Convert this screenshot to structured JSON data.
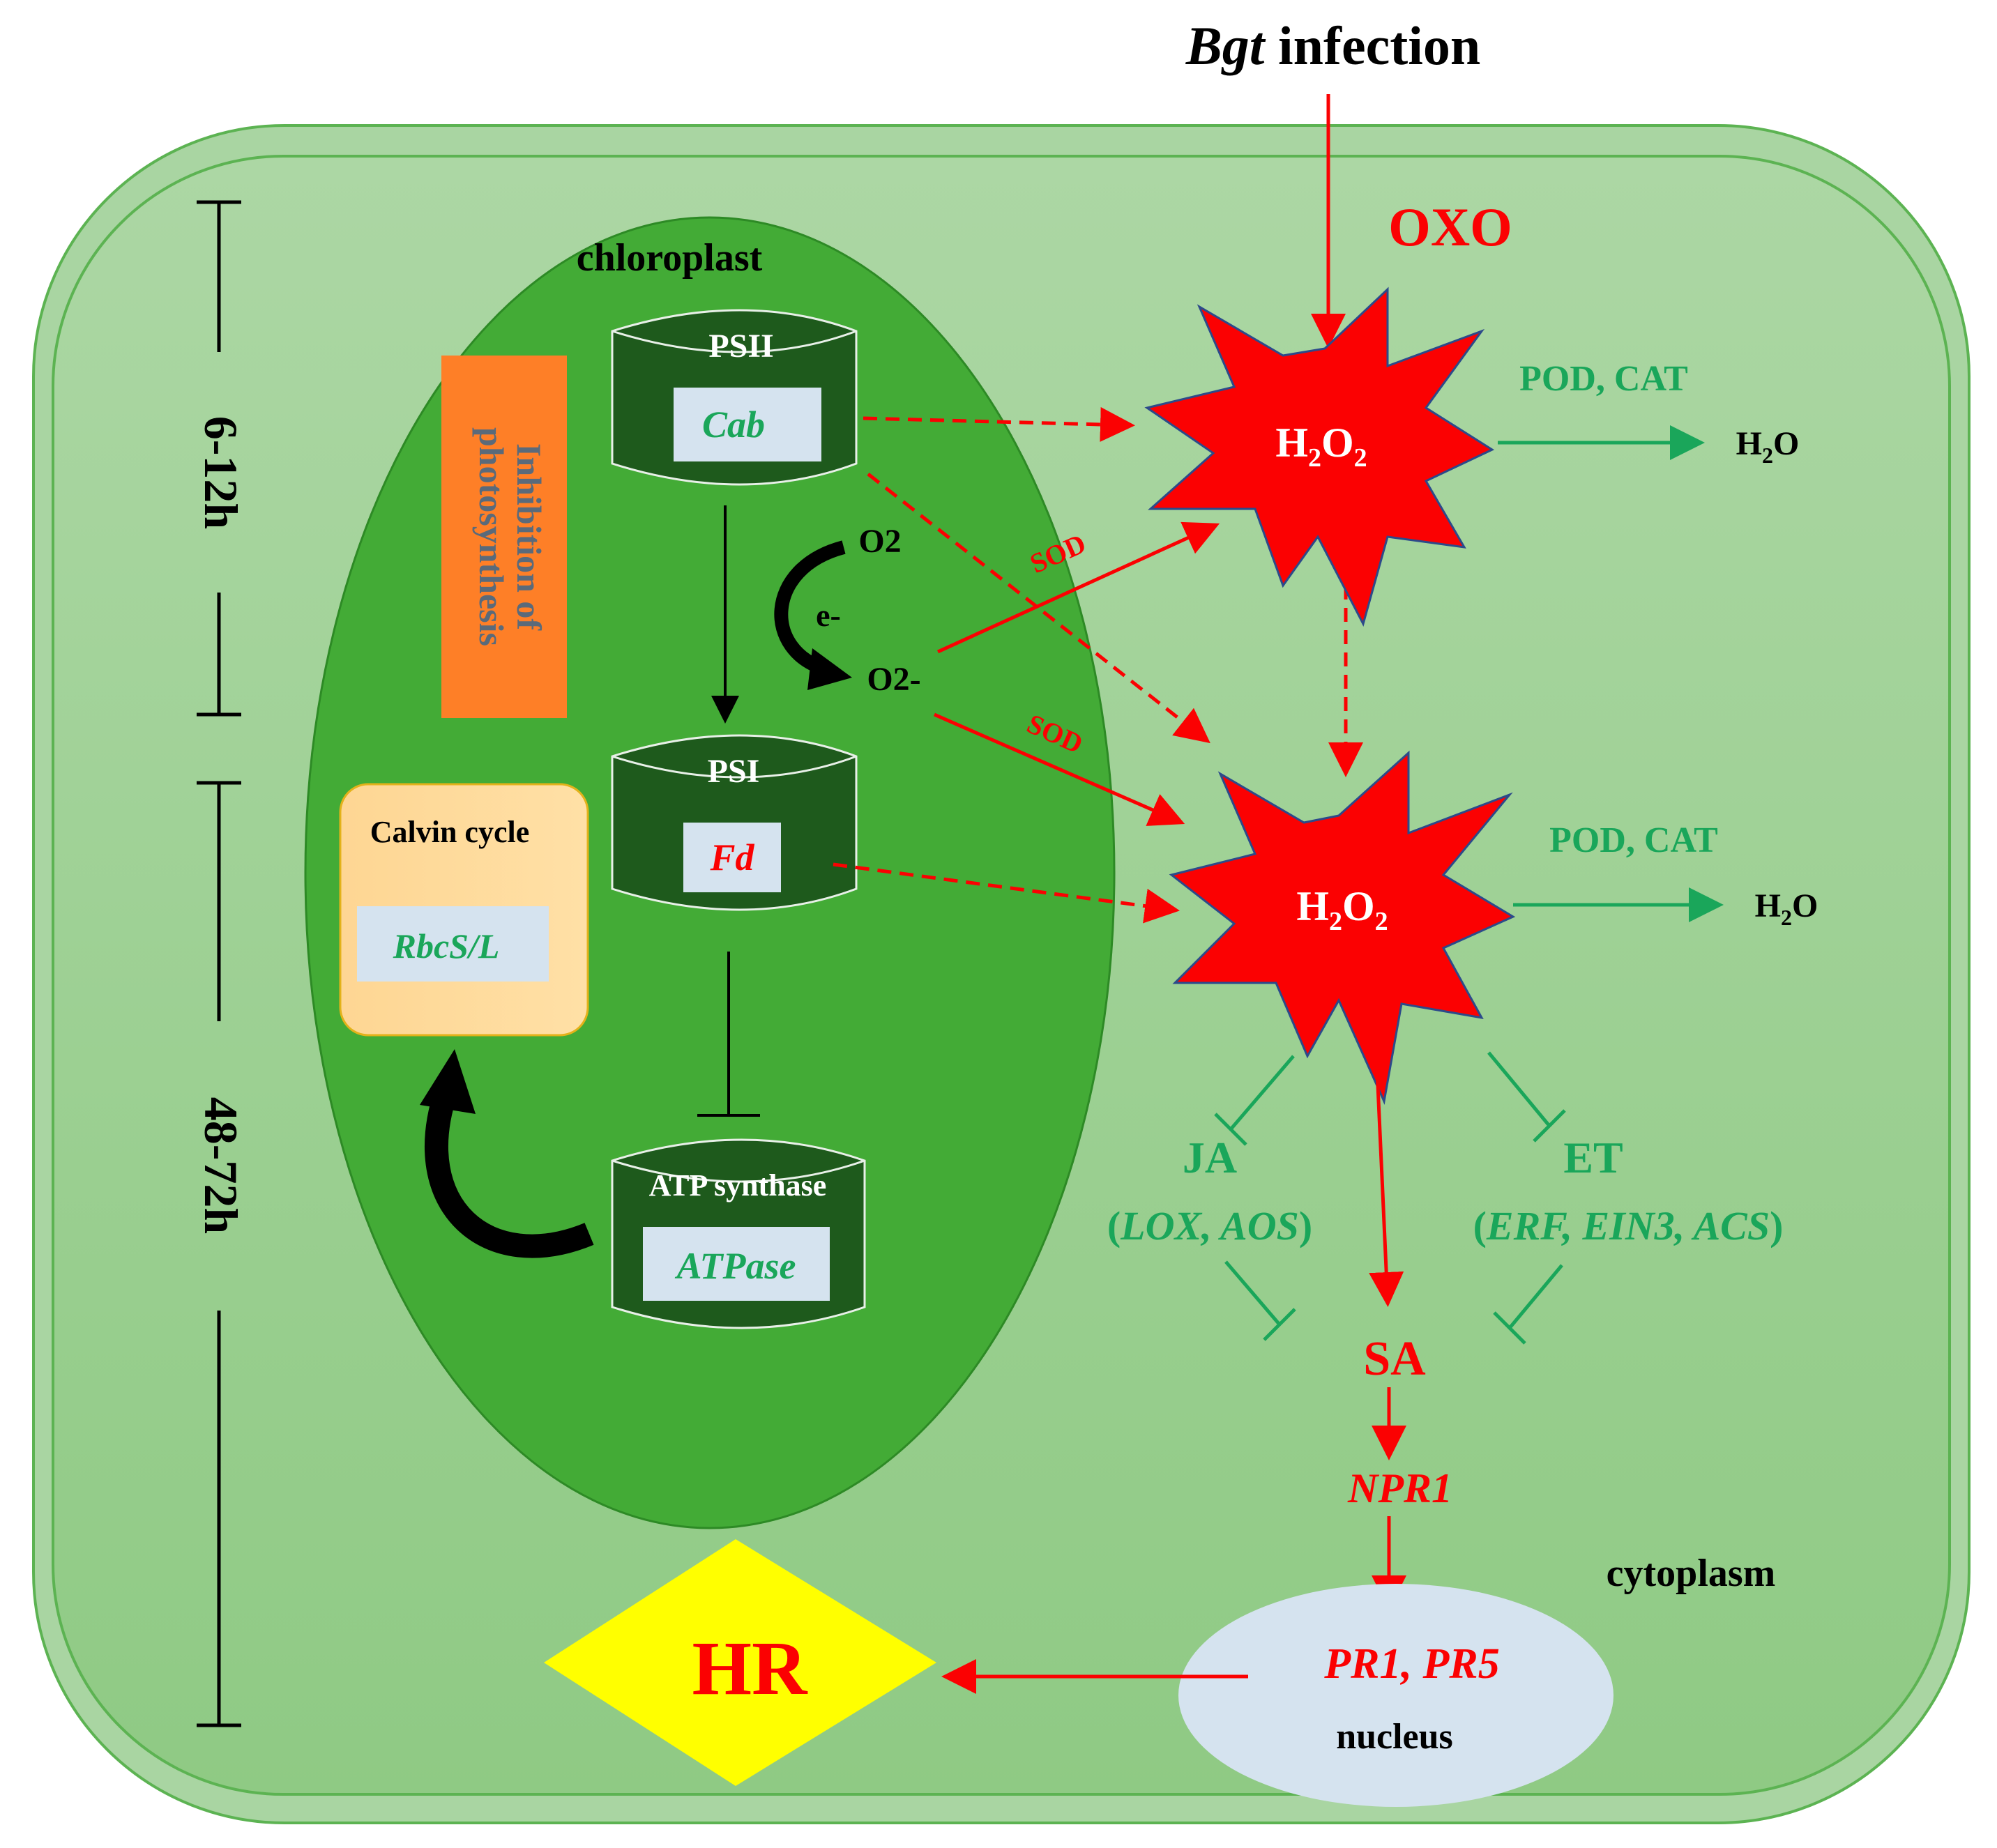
{
  "colors": {
    "cell_fill": "#a9d5a2",
    "cell_inner": "#96cd8c",
    "cell_border": "#5cb352",
    "chloroplast": "#43ab36",
    "photosystem": "#1e5a1c",
    "label_box": "#d5e3ef",
    "red": "#fb0102",
    "green": "#1aa65a",
    "orange": "#fe7f27",
    "calvin": "#fed693",
    "hr_diamond": "#ffff00",
    "nucleus": "#d5e3ef"
  },
  "infection": {
    "italic": "Bgt",
    "rest": " infection"
  },
  "oxo": "OXO",
  "timeline": {
    "early": "6-12h",
    "late": "48-72h"
  },
  "chloroplast": {
    "title": "chloroplast",
    "inhibition_line1": "Inhibition of",
    "inhibition_line2": "photosynthesis",
    "psii": {
      "title": "PSII",
      "gene": "Cab"
    },
    "psi": {
      "title": "PSI",
      "gene": "Fd"
    },
    "atp": {
      "title": "ATP  synthase",
      "gene": "ATPase"
    },
    "calvin": {
      "title": "Calvin cycle",
      "gene": "RbcS/L"
    },
    "o2": "O2",
    "electron": "e-",
    "superoxide": "O2-"
  },
  "sod_top": "SOD",
  "sod_bottom": "SOD",
  "h2o2_top": {
    "main": "H",
    "sub1": "2",
    "mid": "O",
    "sub2": "2"
  },
  "h2o2_bottom": {
    "main": "H",
    "sub1": "2",
    "mid": "O",
    "sub2": "2"
  },
  "pod_cat_top": "POD, CAT",
  "pod_cat_bottom": "POD, CAT",
  "h2o_top": {
    "main": "H",
    "sub": "2",
    "end": "O"
  },
  "h2o_bottom": {
    "main": "H",
    "sub": "2",
    "end": "O"
  },
  "ja": {
    "title": "JA",
    "open": "(",
    "genes": "LOX, AOS",
    "close": ")"
  },
  "et": {
    "title": "ET",
    "open": "(",
    "genes": "ERF, EIN3, ACS",
    "close": ")"
  },
  "sa": "SA",
  "npr1": "NPR1",
  "cytoplasm": "cytoplasm",
  "nucleus": {
    "genes": "PR1, PR5",
    "label": "nucleus"
  },
  "hr": "HR"
}
